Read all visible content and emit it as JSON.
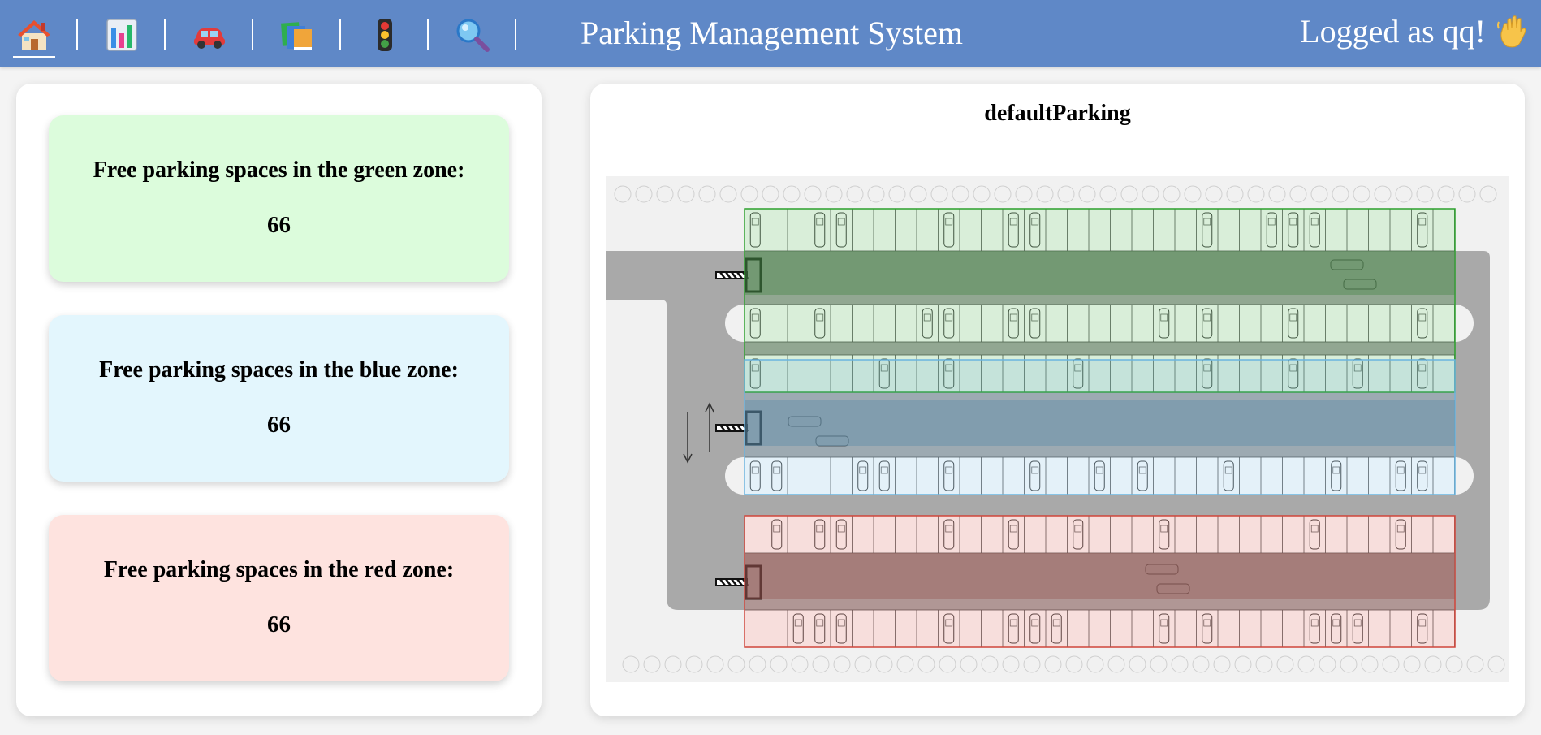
{
  "header": {
    "title": "Parking Management System",
    "logged_text": "Logged as qq!",
    "nav": [
      {
        "name": "home",
        "icon": "house-icon",
        "active": true
      },
      {
        "name": "statistics",
        "icon": "bar-chart-icon"
      },
      {
        "name": "vehicles",
        "icon": "car-icon"
      },
      {
        "name": "logs",
        "icon": "books-icon"
      },
      {
        "name": "traffic",
        "icon": "traffic-light-icon"
      },
      {
        "name": "search",
        "icon": "magnifier-icon"
      }
    ],
    "wave_icon": "waving-hand-icon"
  },
  "zones": {
    "green": {
      "label": "Free parking spaces in the green zone:",
      "count": "66",
      "color": "#dcfcdc"
    },
    "blue": {
      "label": "Free parking spaces in the blue zone:",
      "count": "66",
      "color": "#e3f6fd"
    },
    "red": {
      "label": "Free parking spaces in the red zone:",
      "count": "66",
      "color": "#fee3df"
    }
  },
  "parking": {
    "name": "defaultParking",
    "zone_colors": {
      "green": "#2ca02c",
      "blue": "#6ab4e0",
      "red": "#d0463b"
    }
  }
}
